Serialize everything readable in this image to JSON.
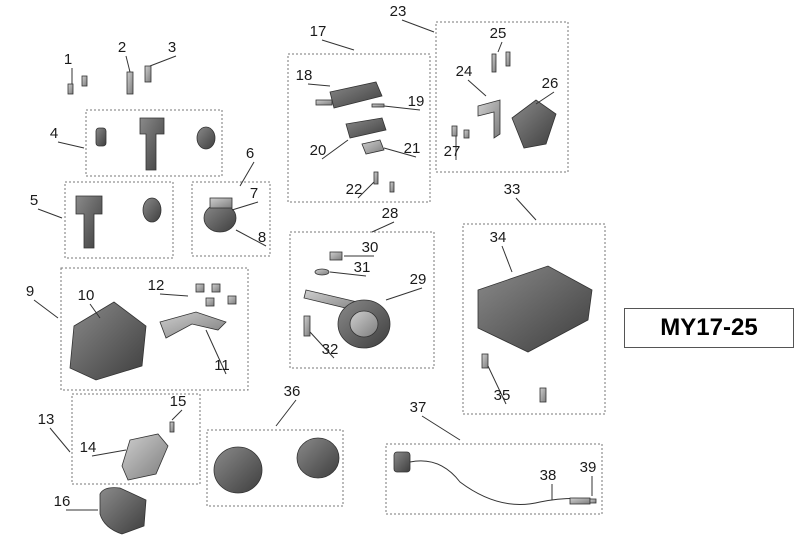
{
  "callouts": [
    "1",
    "2",
    "3",
    "4",
    "5",
    "6",
    "7",
    "8",
    "9",
    "10",
    "11",
    "12",
    "13",
    "14",
    "15",
    "16",
    "17",
    "18",
    "19",
    "20",
    "21",
    "22",
    "23",
    "24",
    "25",
    "26",
    "27",
    "28",
    "29",
    "30",
    "31",
    "32",
    "33",
    "34",
    "35",
    "36",
    "37",
    "38",
    "39"
  ],
  "version_label": "MY17-25",
  "colors": {
    "part_dark": "#4a4a4a",
    "part_mid": "#7a7a7a",
    "part_light": "#a8a8a8",
    "leader": "#333333",
    "box": "#777777"
  }
}
